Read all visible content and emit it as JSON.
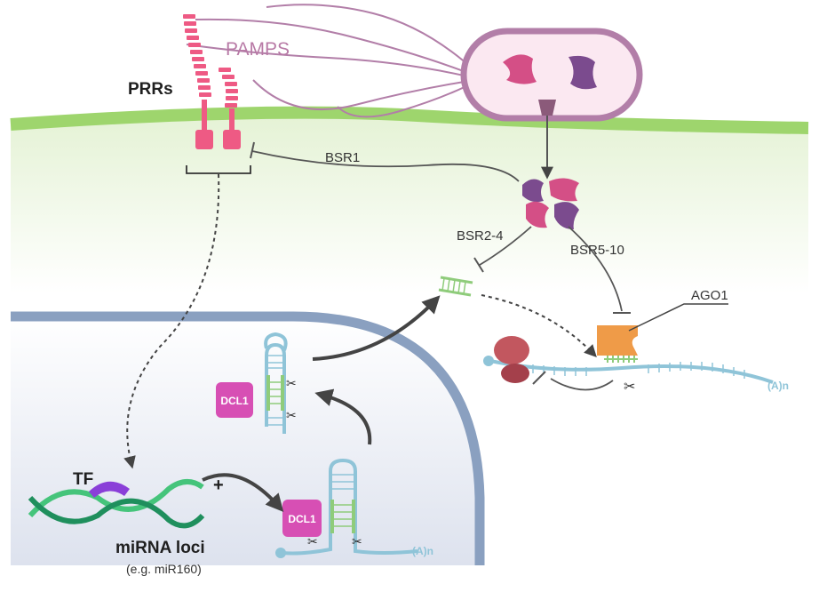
{
  "labels": {
    "pamps": "PAMPS",
    "prrs": "PRRs",
    "bsr1": "BSR1",
    "bsr2_4": "BSR2-4",
    "bsr5_10": "BSR5-10",
    "ago1": "AGO1",
    "dcl1_top": "DCL1",
    "dcl1_bottom": "DCL1",
    "tf": "TF",
    "plus": "+",
    "mirna_loci": "miRNA loci",
    "mirna_example": "(e.g. miR160)",
    "polya_bottom": "(A)n",
    "polya_right": "(A)n"
  },
  "colors": {
    "membrane": "#9ed56d",
    "cytoplasm": "#eef7e4",
    "nucleus_fill": "#e6e9f2",
    "nuclear_envelope": "#8aa0c0",
    "receptor": "#ee5a84",
    "bacterium_outline": "#b27ea8",
    "bacterium_fill": "#fbe8f1",
    "effector_pink": "#d44f86",
    "effector_purple": "#7b4b8e",
    "rna": "#8fc4d8",
    "mirna": "#8fcc7b",
    "dcl1": "#d74fb4",
    "ago1": "#ef9b48",
    "ribosome": "#c2575f",
    "tf": "#8a3fd8",
    "dna_dark": "#1f8f5d",
    "dna_light": "#45c47b"
  }
}
